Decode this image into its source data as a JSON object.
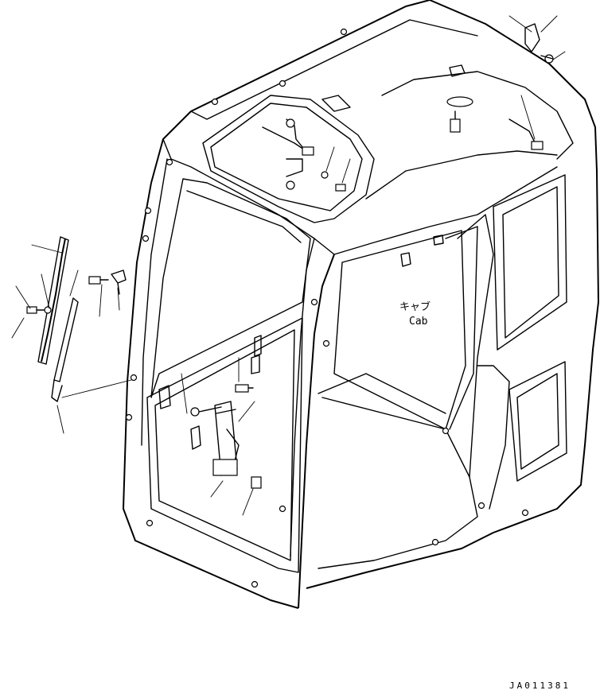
{
  "labels": {
    "cab_jp": "キャブ",
    "cab_en": "Cab",
    "drawing_id": "JA011381"
  }
}
